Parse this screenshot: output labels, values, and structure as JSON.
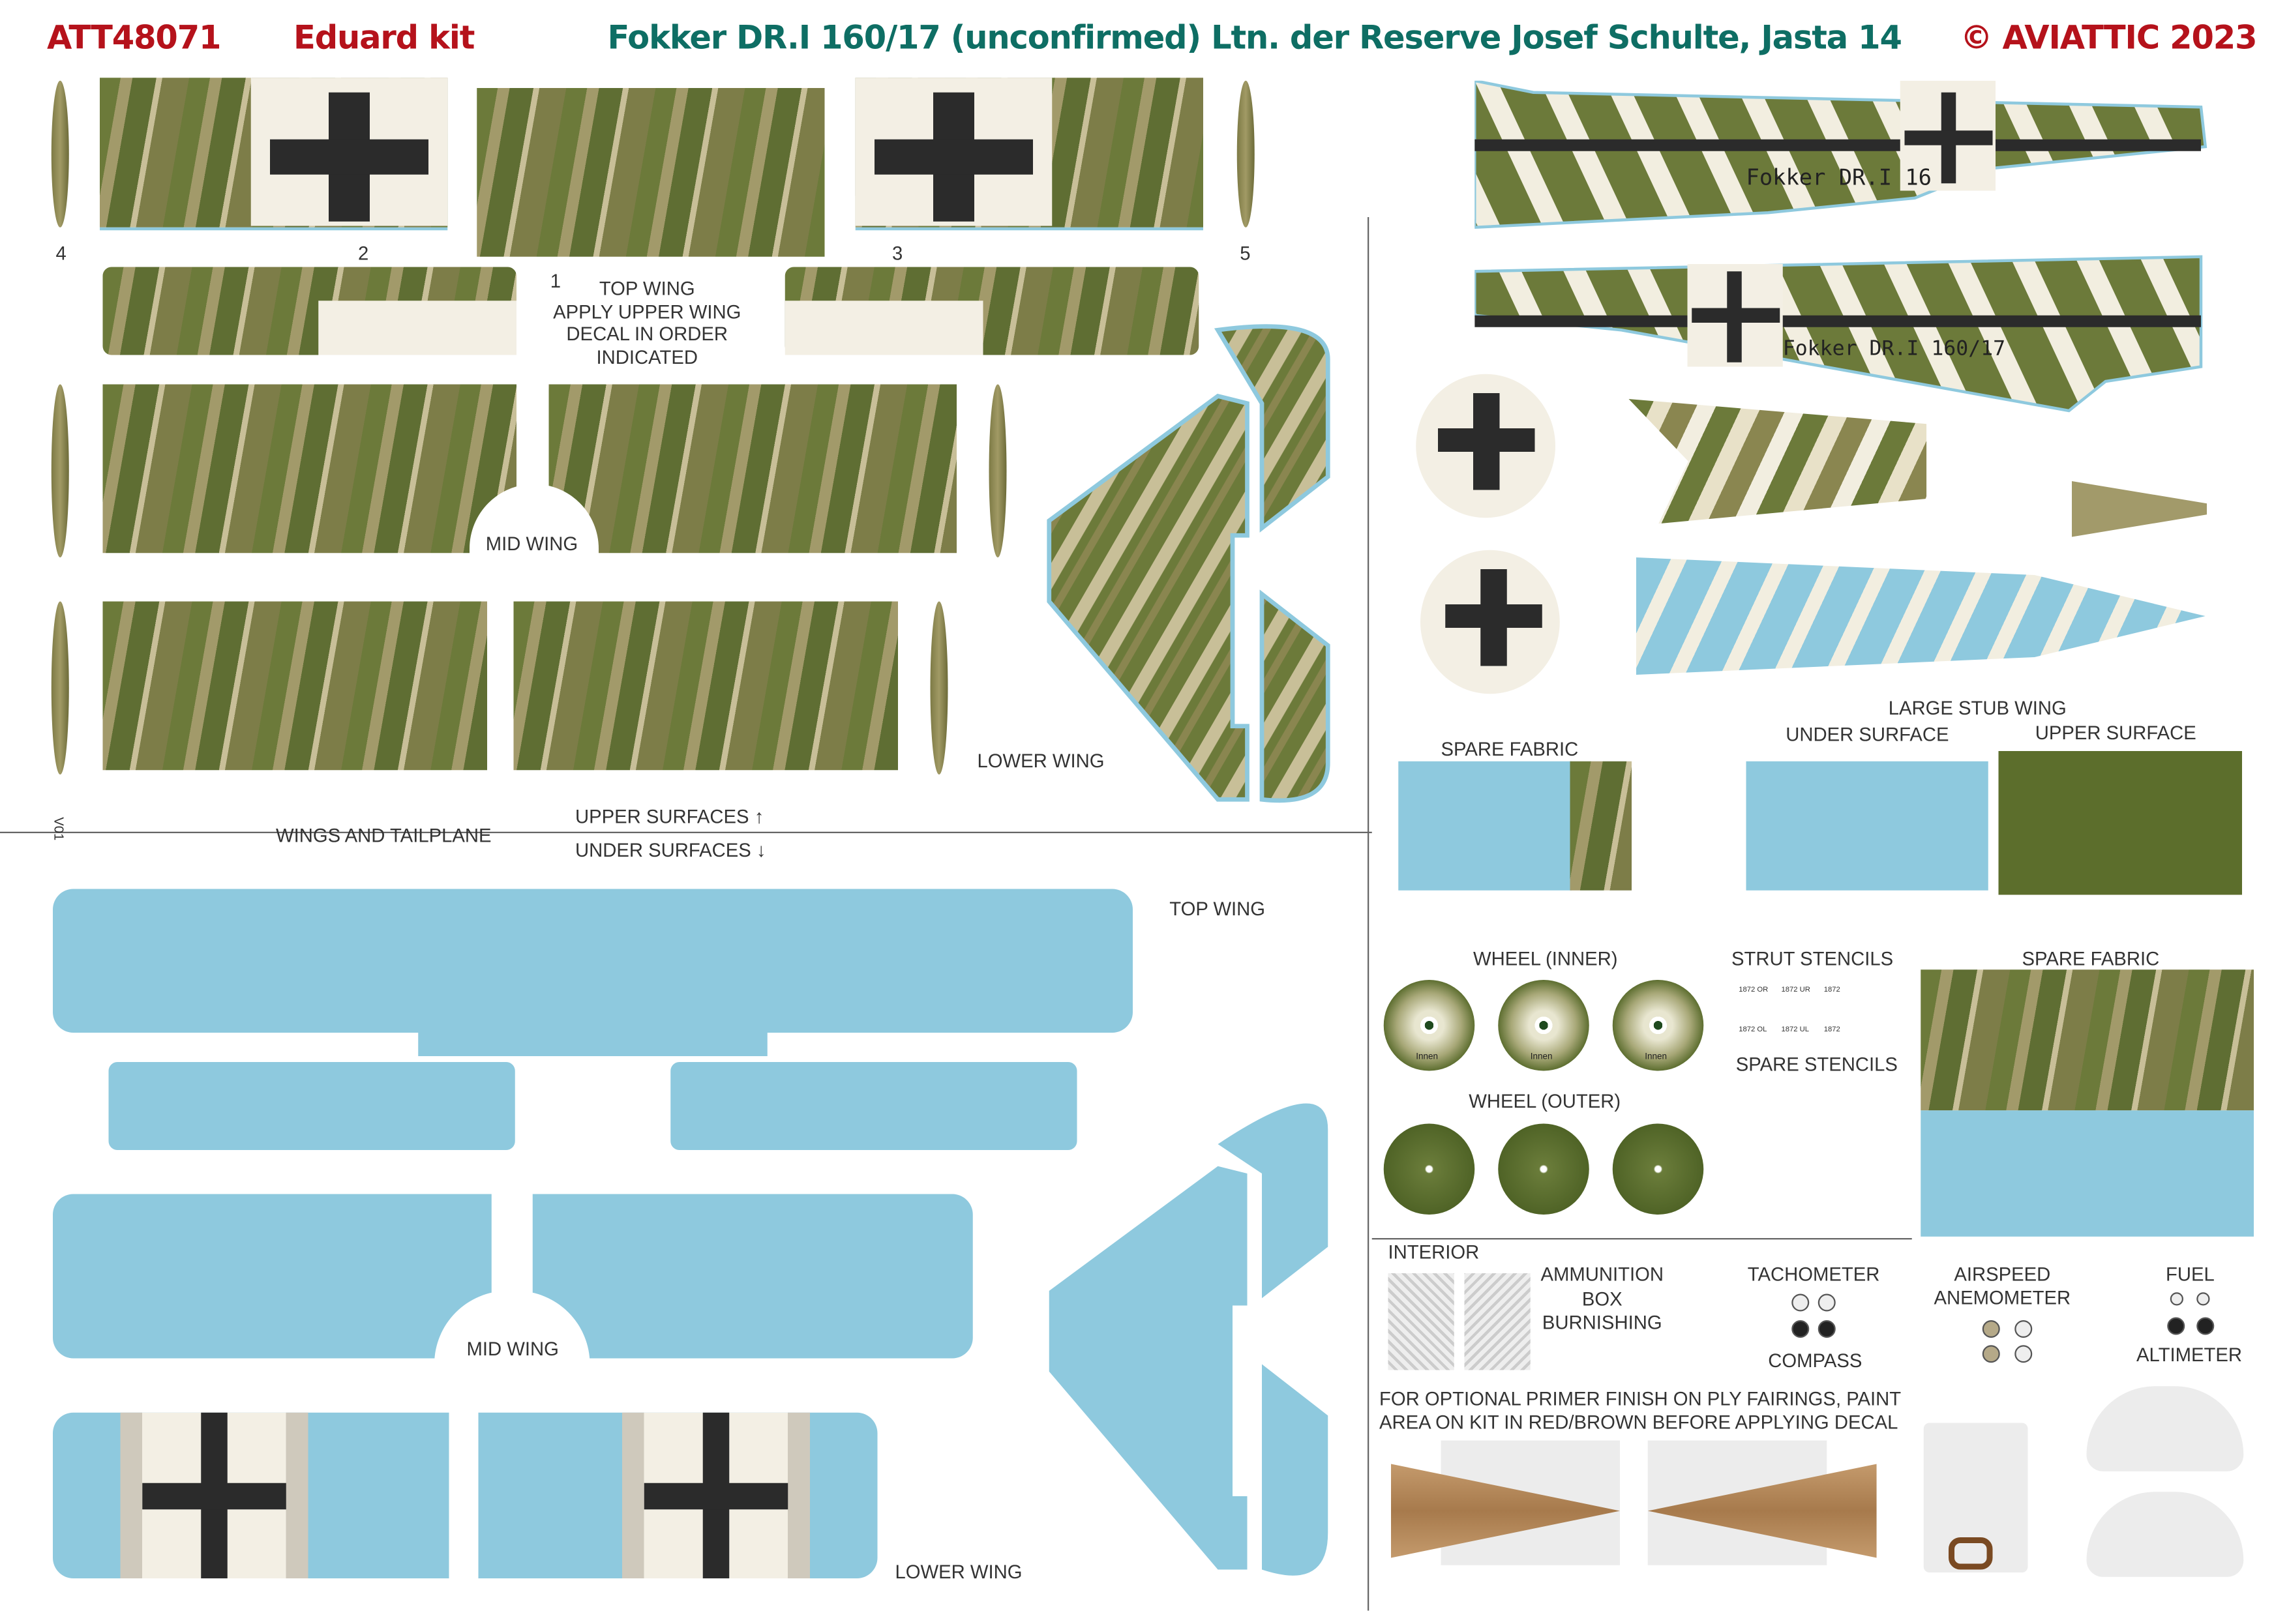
{
  "header": {
    "code": "ATT48071",
    "kit": "Eduard kit",
    "title": "Fokker DR.I 160/17 (unconfirmed)  Ltn. der Reserve Josef Schulte, Jasta 14",
    "copyright": "© AVIATTIC 2023"
  },
  "colors": {
    "red": "#b5121b",
    "teal": "#0e6e64",
    "olive": "#6c7a3a",
    "blue": "#8ec9de"
  },
  "numbers": {
    "n1": "1",
    "n2": "2",
    "n3": "3",
    "n4": "4",
    "n5": "5"
  },
  "labels": {
    "top_wing_note": [
      "TOP WING",
      "APPLY UPPER WING",
      "DECAL IN ORDER",
      "INDICATED"
    ],
    "mid_wing": "MID WING",
    "lower_wing": "LOWER WING",
    "wings_tailplane": "WINGS AND TAILPLANE",
    "upper_surfaces": "UPPER SURFACES ↑",
    "under_surfaces": "UNDER SURFACES ↓",
    "top_wing": "TOP WING",
    "version": "V01",
    "spare_fabric": "SPARE FABRIC",
    "large_stub_wing": "LARGE STUB WING",
    "under_surface": "UNDER SURFACE",
    "upper_surface": "UPPER SURFACE",
    "wheel_inner": "WHEEL (INNER)",
    "wheel_outer": "WHEEL (OUTER)",
    "strut_stencils": "STRUT STENCILS",
    "spare_stencils": "SPARE STENCILS",
    "spare_fabric2": "SPARE FABRIC",
    "interior": "INTERIOR",
    "ammo": [
      "AMMUNITION",
      "BOX",
      "BURNISHING"
    ],
    "tachometer": "TACHOMETER",
    "compass": "COMPASS",
    "airspeed": [
      "AIRSPEED",
      "ANEMOMETER"
    ],
    "fuel": "FUEL",
    "altimeter": "ALTIMETER",
    "primer_note": [
      "FOR OPTIONAL PRIMER FINISH ON PLY FAIRINGS, PAINT",
      "AREA ON KIT IN RED/BROWN BEFORE APPLYING DECAL"
    ],
    "fuselage_text1": "Fokker DR.I 16",
    "fuselage_text2": "Fokker DR.I 160/17",
    "wheel_text": "Innen",
    "strut_codes": [
      "1872 OR",
      "1872 UR",
      "1872",
      "1872 OL",
      "1872 UL",
      "1872"
    ]
  }
}
